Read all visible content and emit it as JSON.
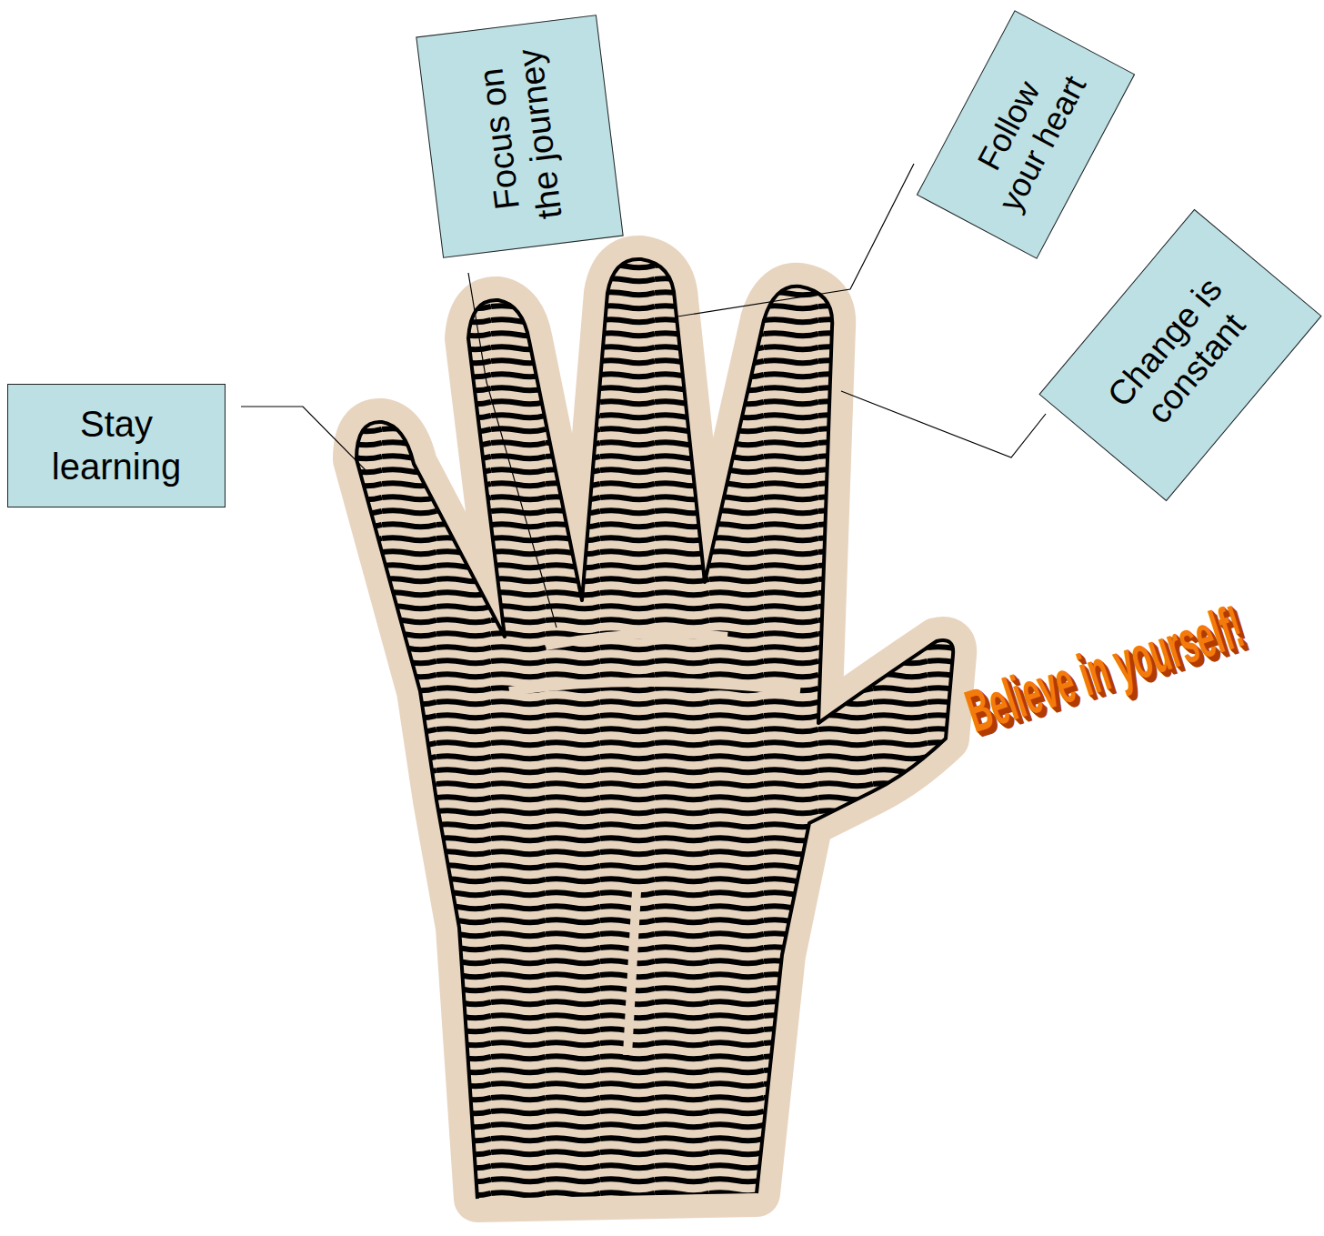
{
  "diagram": {
    "nodes": [
      {
        "text": [
          "Stay learning"
        ]
      },
      {
        "text": [
          "Focus on the journey"
        ]
      },
      {
        "text": [
          "Follow your heart"
        ]
      },
      {
        "text": [
          "Change is constant"
        ]
      }
    ],
    "labels": [
      "Believe in yourself!"
    ]
  }
}
